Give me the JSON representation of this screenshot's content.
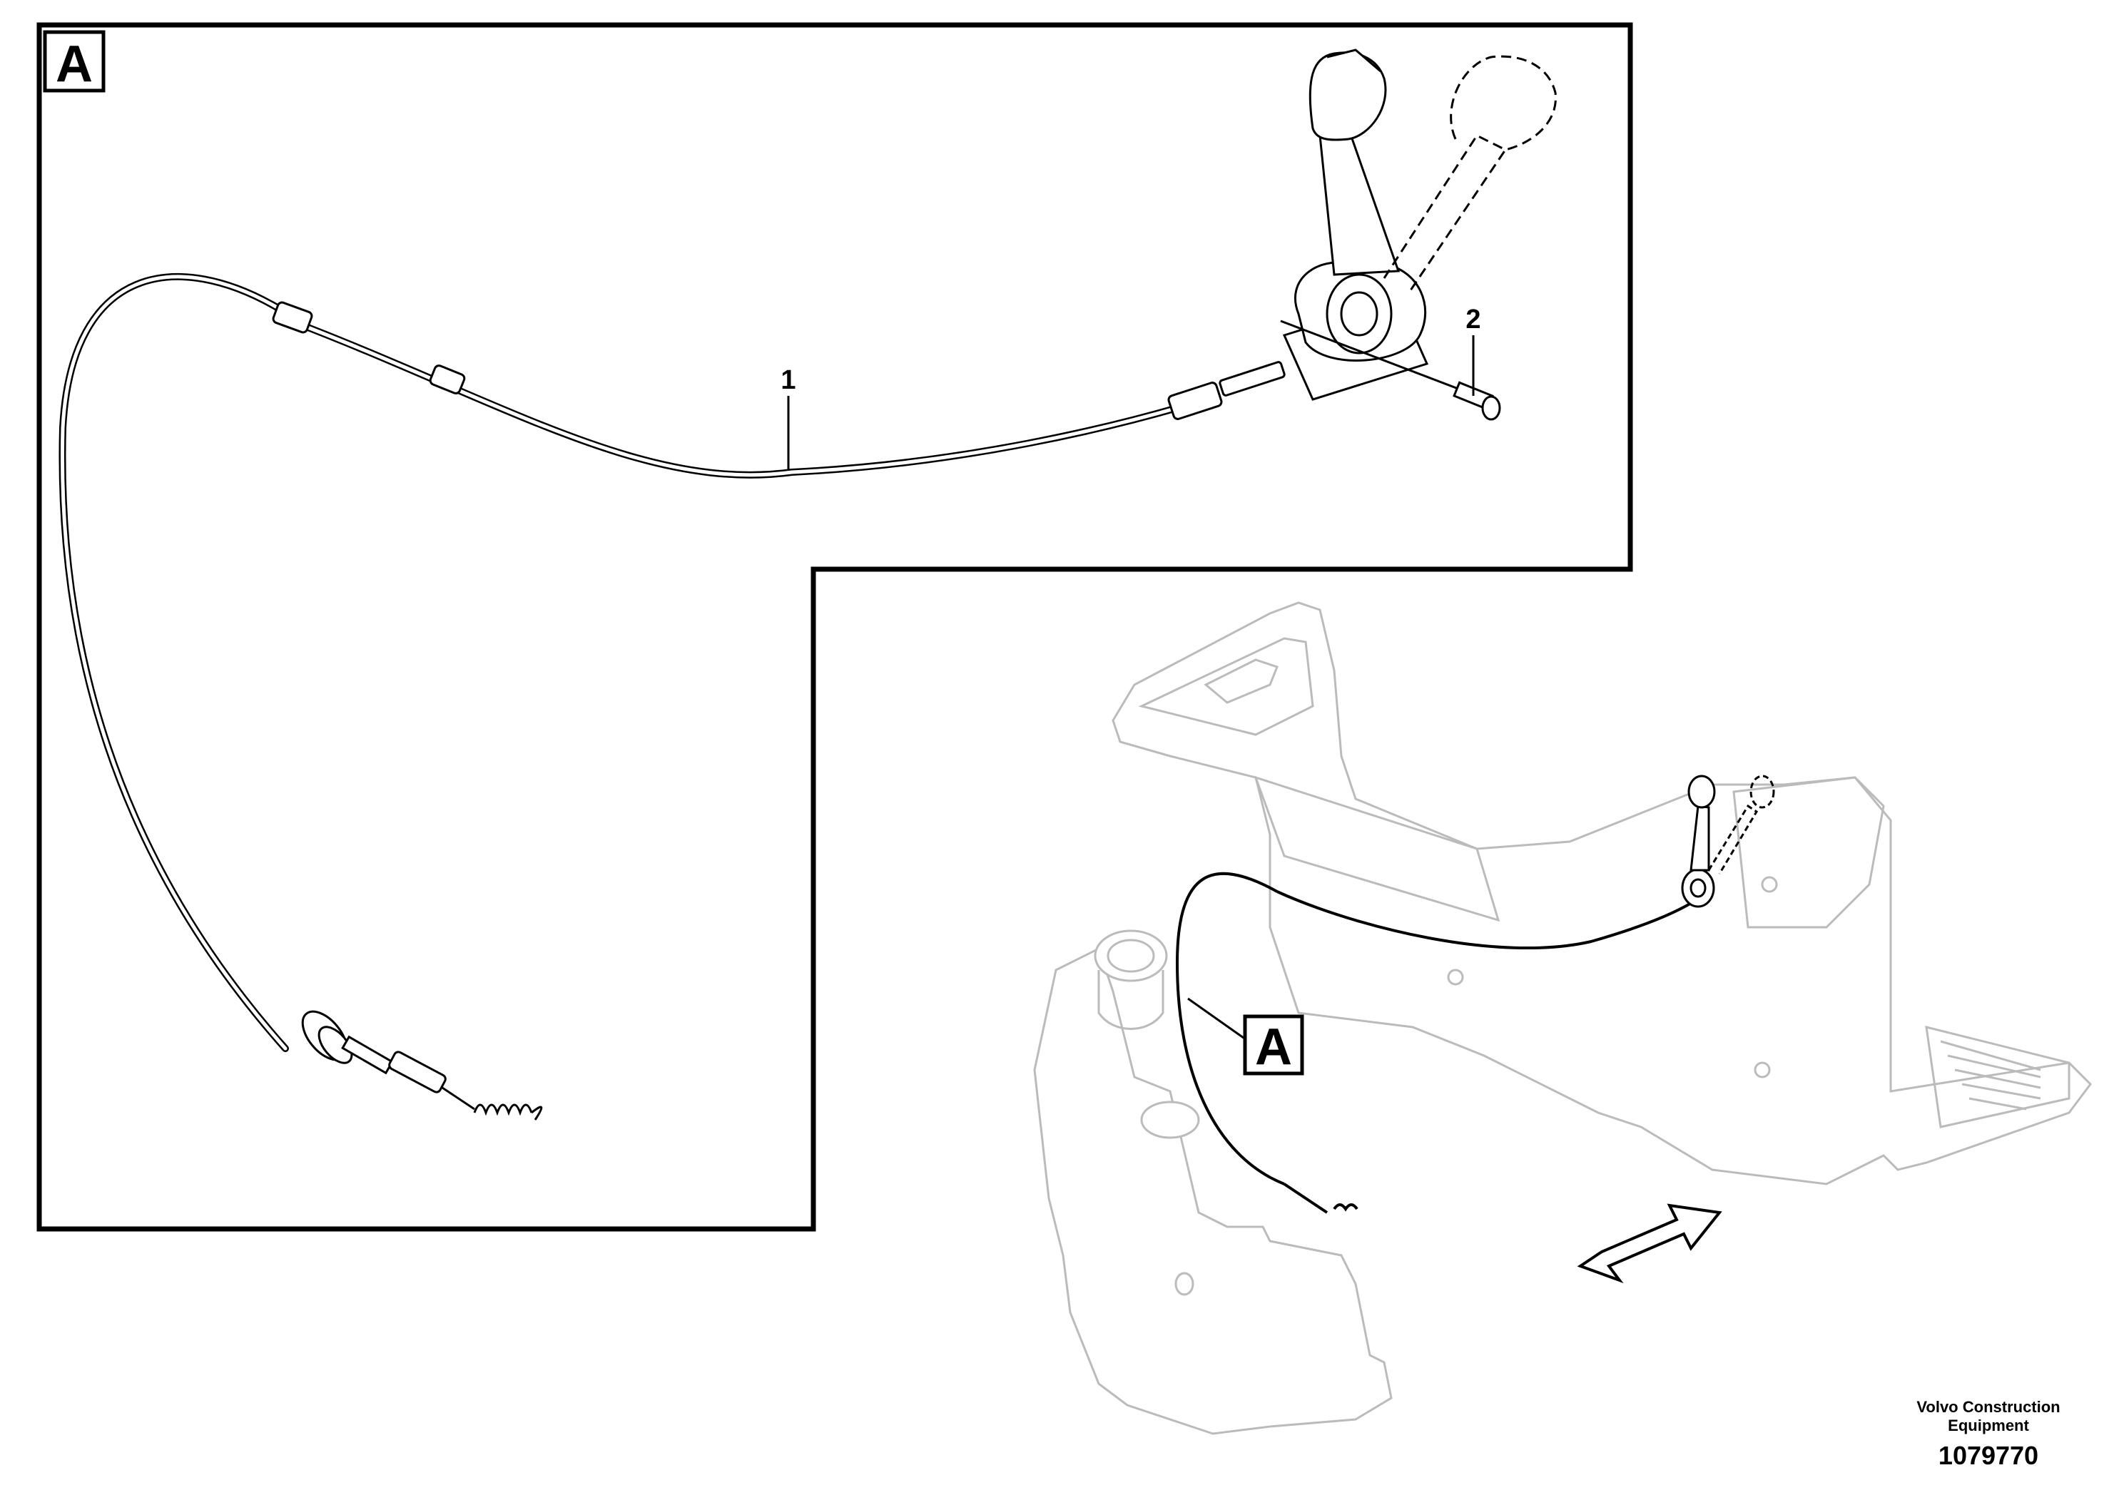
{
  "detail_label": "A",
  "callouts": {
    "cable": "1",
    "bolt": "2"
  },
  "overview_label": "A",
  "footer": {
    "brand_line1": "Volvo Construction",
    "brand_line2": "Equipment",
    "drawing_number": "1079770"
  }
}
